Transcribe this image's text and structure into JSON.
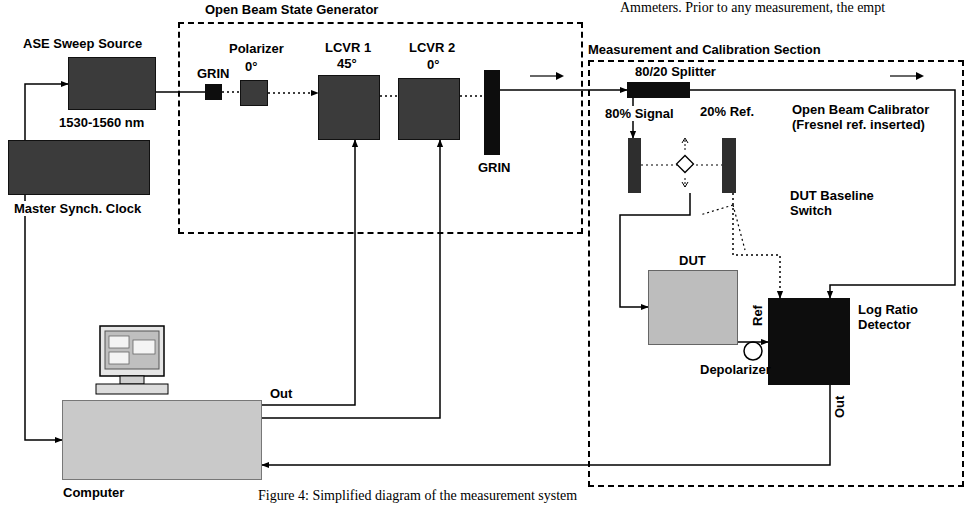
{
  "diagram": {
    "caption": "Figure 4: Simplified diagram of the measurement system",
    "nodes": [
      {
        "text": [
          "Open Beam State Generator"
        ]
      },
      {
        "text": [
          "ASE Sweep Source",
          "1530-1560 nm"
        ]
      },
      {
        "text": [
          "Master Synch. Clock"
        ]
      },
      {
        "text": [
          "Computer"
        ]
      },
      {
        "text": [
          "GRIN"
        ],
        "in": 0
      },
      {
        "text": [
          "Polarizer",
          "0°"
        ],
        "in": 0
      },
      {
        "text": [
          "LCVR 1",
          "45°"
        ],
        "in": 0
      },
      {
        "text": [
          "LCVR 2",
          "0°"
        ],
        "in": 0
      },
      {
        "text": [
          "GRIN"
        ],
        "in": 0
      },
      {
        "text": [
          "Measurement and Calibration Section"
        ]
      },
      {
        "text": [
          "80/20 Splitter"
        ],
        "in": 9
      },
      {
        "text": [
          "Open Beam Calibrator (Fresnel ref. inserted)"
        ],
        "in": 9
      },
      {
        "text": [
          "DUT"
        ],
        "in": 9
      },
      {
        "text": [
          "Log Ratio Detector"
        ],
        "in": 9
      }
    ],
    "edges": [
      {
        "from": 1,
        "to": 4,
        "arrow": "none"
      },
      {
        "from": 4,
        "to": 5,
        "arrow": "none"
      },
      {
        "from": 5,
        "to": 6,
        "arrow": "to"
      },
      {
        "from": 6,
        "to": 7,
        "arrow": "none"
      },
      {
        "from": 7,
        "to": 8,
        "arrow": "none"
      },
      {
        "from": 8,
        "to": 10,
        "arrow": "to"
      },
      {
        "from": 2,
        "to": 1,
        "arrow": "to"
      },
      {
        "from": 2,
        "to": 3,
        "arrow": "to"
      },
      {
        "from": 3,
        "to": 6,
        "arrow": "to"
      },
      {
        "from": 3,
        "to": 7,
        "arrow": "to"
      },
      {
        "from": 10,
        "to": 11,
        "arrow": "to"
      },
      {
        "from": 10,
        "to": 13,
        "arrow": "to"
      },
      {
        "from": 11,
        "to": 12,
        "arrow": "to"
      },
      {
        "from": 11,
        "to": 13,
        "arrow": "to"
      },
      {
        "from": 12,
        "to": 13,
        "arrow": "to"
      },
      {
        "from": 13,
        "to": 3,
        "arrow": "to"
      }
    ],
    "labels": [
      "Ammeters. Prior to any measurement, the empt",
      "80% Signal",
      "20% Ref.",
      "DUT Baseline Switch",
      "Ref",
      "Depolarizer",
      "Out",
      "Out"
    ]
  }
}
